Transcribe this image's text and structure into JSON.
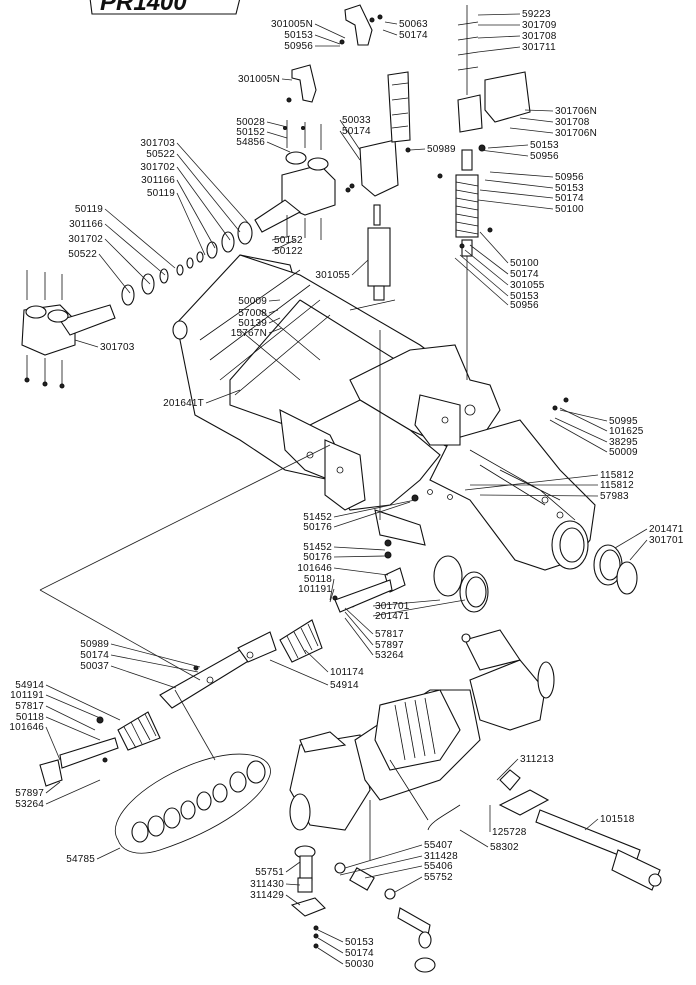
{
  "model": "PR1400",
  "labels": [
    "301005N",
    "50153",
    "50956",
    "50063",
    "50174",
    "59223",
    "301709",
    "301708",
    "301711",
    "301005N",
    "50028",
    "50152",
    "54856",
    "50033",
    "50174",
    "50989",
    "301706N",
    "301708",
    "301706N",
    "50153",
    "50956",
    "50956",
    "50153",
    "50174",
    "50100",
    "301703",
    "50522",
    "301702",
    "301166",
    "50119",
    "50119",
    "301166",
    "301702",
    "50522",
    "50152",
    "50122",
    "301055",
    "50100",
    "50174",
    "301055",
    "50153",
    "50956",
    "301703",
    "50009",
    "57008",
    "50139",
    "15767N",
    "201641T",
    "50995",
    "101625",
    "38295",
    "50009",
    "115812",
    "115812",
    "57983",
    "51452",
    "50176",
    "201471",
    "301701",
    "51452",
    "50176",
    "101646",
    "50118",
    "101191",
    "301701",
    "201471",
    "57817",
    "57897",
    "53264",
    "50989",
    "50174",
    "50037",
    "54914",
    "101174",
    "54914",
    "101191",
    "57817",
    "50118",
    "101646",
    "57897",
    "53264",
    "311213",
    "101518",
    "125728",
    "58302",
    "54785",
    "55407",
    "311428",
    "55406",
    "55752",
    "55751",
    "311430",
    "311429",
    "50153",
    "50174",
    "50030"
  ]
}
